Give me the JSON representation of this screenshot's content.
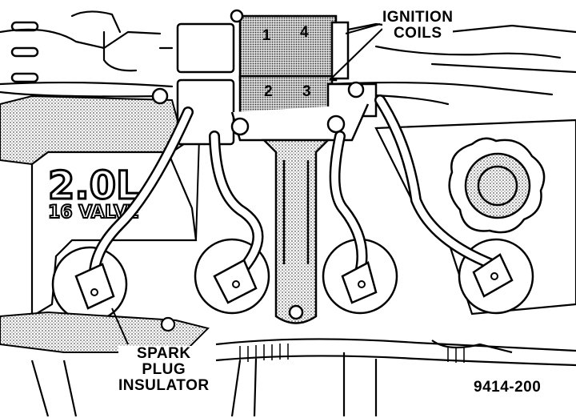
{
  "labels": {
    "ignition_line1": "IGNITION",
    "ignition_line2": "COILS",
    "spark_line1": "SPARK",
    "spark_line2": "PLUG",
    "spark_line3": "INSULATOR",
    "figure_number": "9414-200"
  },
  "engine_badge": {
    "displacement": "2.0L",
    "valve": "16 VALVE"
  },
  "coil_numbers": [
    "1",
    "4",
    "2",
    "3"
  ],
  "colors": {
    "ink": "#000000",
    "paper": "#ffffff",
    "shade": "#8a8a8a"
  }
}
